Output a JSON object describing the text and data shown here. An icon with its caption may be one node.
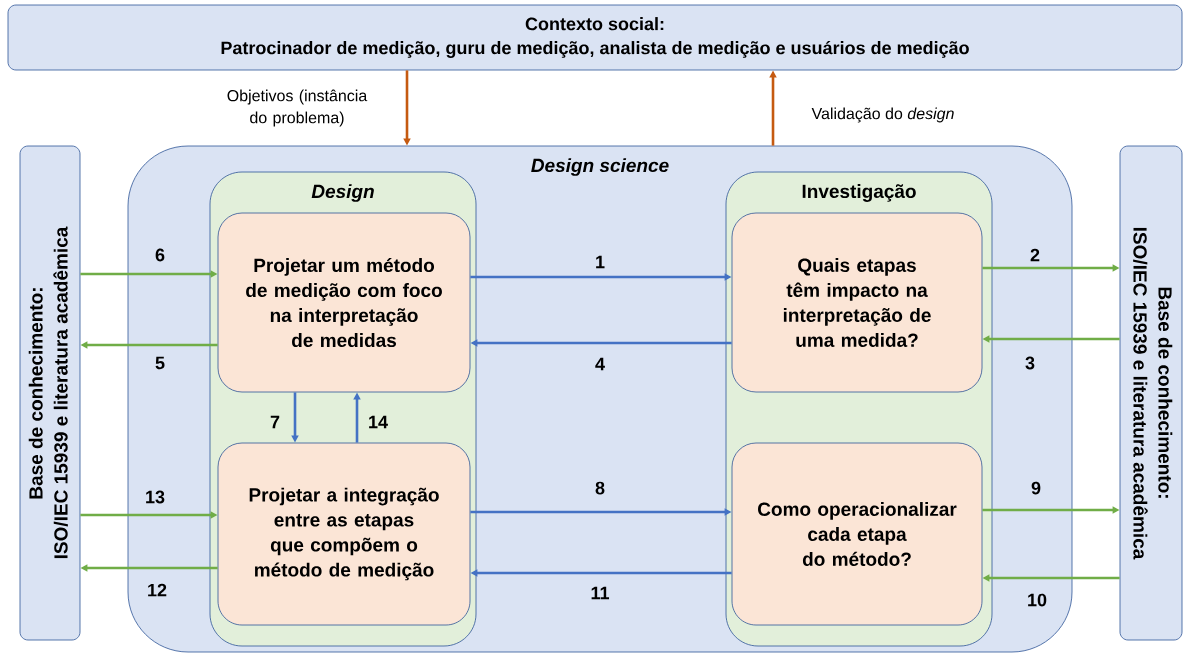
{
  "diagram": {
    "nodes": [
      {
        "text": [
          "Contexto social:",
          "Patrocinador de medição, guru de medição, analista de medição e usuários de medição"
        ]
      },
      {
        "text": [
          "Base de conhecimento:",
          "ISO/IEC 15939 e literatura acadêmica"
        ]
      },
      {
        "text": [
          "Design science"
        ]
      },
      {
        "text": [
          "Design"
        ],
        "in": 2
      },
      {
        "text": [
          "Projetar um método de medição com foco na interpretação de medidas"
        ],
        "in": 3
      },
      {
        "text": [
          "Projetar a integração entre as etapas que compõem o método de medição"
        ],
        "in": 3
      },
      {
        "text": [
          "Investigação"
        ],
        "in": 2
      },
      {
        "text": [
          "Quais etapas têm impacto na interpretação de uma medida?"
        ],
        "in": 6
      },
      {
        "text": [
          "Como operacionalizar cada etapa do método?"
        ],
        "in": 6
      },
      {
        "text": [
          "Base de conhecimento:",
          "ISO/IEC 15939 e literatura acadêmica"
        ]
      }
    ],
    "edges": [
      {
        "from": 0,
        "to": 2,
        "arrow": "to",
        "label": "Objetivos (instância do problema)",
        "color": "#c55a11"
      },
      {
        "from": 2,
        "to": 0,
        "arrow": "to",
        "label": "Validação do *design*",
        "color": "#c55a11"
      },
      {
        "from": 4,
        "to": 7,
        "arrow": "to",
        "label": "1",
        "color": "#4472c4"
      },
      {
        "from": 7,
        "to": 9,
        "arrow": "to",
        "label": "2"
      },
      {
        "from": 9,
        "to": 7,
        "arrow": "to",
        "label": "3"
      },
      {
        "from": 7,
        "to": 4,
        "arrow": "to",
        "label": "4",
        "color": "#4472c4"
      },
      {
        "from": 4,
        "to": 1,
        "arrow": "to",
        "label": "5"
      },
      {
        "from": 1,
        "to": 4,
        "arrow": "to",
        "label": "6"
      },
      {
        "from": 4,
        "to": 5,
        "arrow": "to",
        "label": "7",
        "color": "#4472c4"
      },
      {
        "from": 5,
        "to": 8,
        "arrow": "to",
        "label": "8",
        "color": "#4472c4"
      },
      {
        "from": 8,
        "to": 9,
        "arrow": "to",
        "label": "9"
      },
      {
        "from": 9,
        "to": 8,
        "arrow": "to",
        "label": "10"
      },
      {
        "from": 8,
        "to": 5,
        "arrow": "to",
        "label": "11",
        "color": "#4472c4"
      },
      {
        "from": 5,
        "to": 1,
        "arrow": "to",
        "label": "12"
      },
      {
        "from": 1,
        "to": 5,
        "arrow": "to",
        "label": "13"
      },
      {
        "from": 5,
        "to": 4,
        "arrow": "to",
        "label": "14",
        "color": "#4472c4"
      }
    ]
  }
}
